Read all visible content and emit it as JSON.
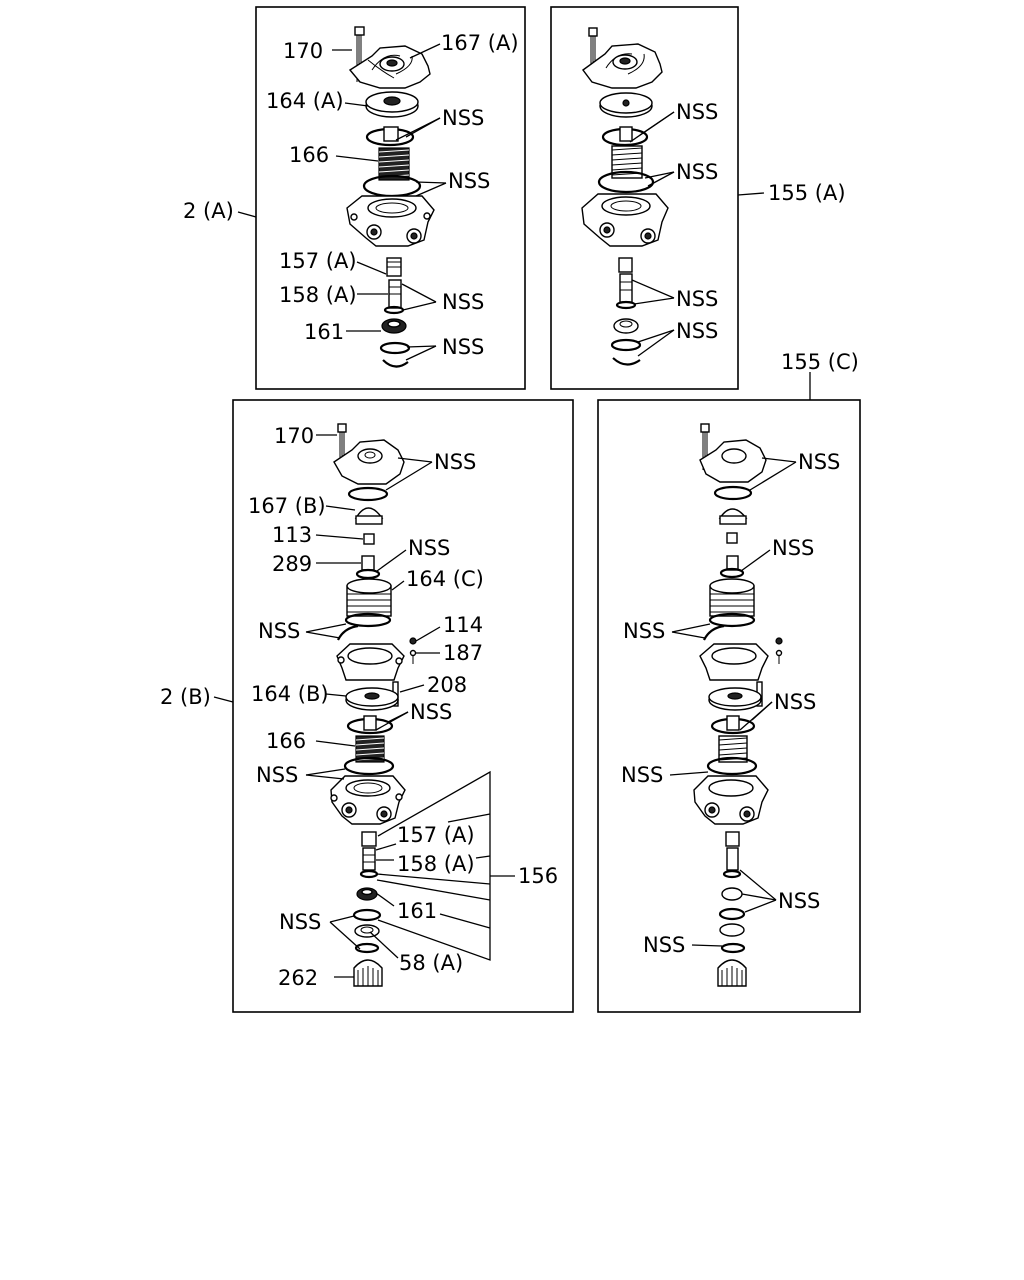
{
  "labels": {
    "p170a": "170",
    "p167a": "167 (A)",
    "p164a": "164 (A)",
    "nss_a1": "NSS",
    "p166a": "166",
    "nss_a2": "NSS",
    "p2a": "2 (A)",
    "p157a": "157 (A)",
    "p158a": "158 (A)",
    "nss_a3": "NSS",
    "p161a": "161",
    "nss_a4": "NSS",
    "nss_b1": "NSS",
    "nss_b2": "NSS",
    "p155a": "155 (A)",
    "nss_b3": "NSS",
    "nss_b4": "NSS",
    "p155c": "155 (C)",
    "p170c": "170",
    "nss_c1": "NSS",
    "p167c": "167 (B)",
    "p113c": "113",
    "p289c": "289",
    "nss_c2": "NSS",
    "p164cc": "164 (C)",
    "nss_c3": "NSS",
    "p114c": "114",
    "p187c": "187",
    "p2b": "2 (B)",
    "p164bc": "164 (B)",
    "p208c": "208",
    "nss_c4": "NSS",
    "p166c": "166",
    "nss_c5": "NSS",
    "p157c": "157 (A)",
    "p158c": "158 (A)",
    "p156c": "156",
    "p161c": "161",
    "nss_c6": "NSS",
    "p58c": "58 (A)",
    "p262c": "262",
    "nss_d1": "NSS",
    "nss_d2": "NSS",
    "nss_d3": "NSS",
    "nss_d4": "NSS",
    "nss_d5": "NSS",
    "nss_d6": "NSS",
    "nss_d7": "NSS"
  }
}
